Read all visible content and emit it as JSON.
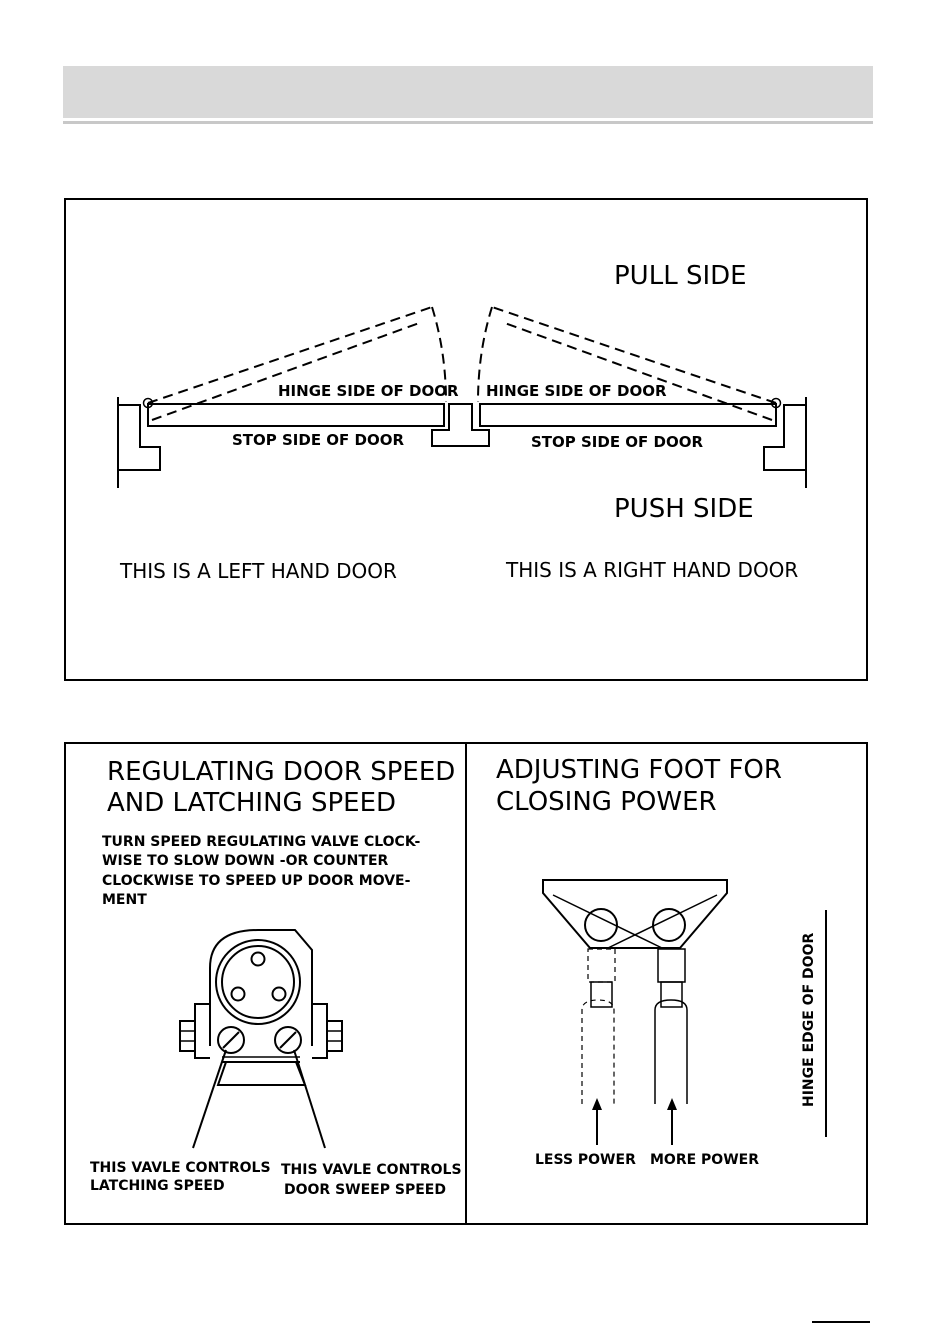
{
  "handing_panel": {
    "pull_side": "PULL SIDE",
    "push_side": "PUSH SIDE",
    "left_door": {
      "hinge_side": "HINGE SIDE OF DOOR",
      "stop_side": "STOP SIDE OF DOOR",
      "caption": "THIS IS A LEFT HAND DOOR"
    },
    "right_door": {
      "hinge_side": "HINGE SIDE OF DOOR",
      "stop_side": "STOP SIDE OF DOOR",
      "caption": "THIS IS A RIGHT HAND DOOR"
    }
  },
  "speed_panel": {
    "title_line1": "REGULATING DOOR SPEED",
    "title_line2": "AND LATCHING SPEED",
    "instruction_lines": [
      "TURN SPEED REGULATING VALVE CLOCK-",
      "WISE TO SLOW DOWN -OR COUNTER",
      "CLOCKWISE TO SPEED UP DOOR MOVE-",
      "MENT"
    ],
    "latch_valve_line1": "THIS VAVLE CONTROLS",
    "latch_valve_line2": "LATCHING SPEED",
    "sweep_valve_line1": "THIS VAVLE CONTROLS",
    "sweep_valve_line2": "DOOR SWEEP SPEED"
  },
  "foot_panel": {
    "title_line1": "ADJUSTING FOOT FOR",
    "title_line2": "CLOSING POWER",
    "less_power": "LESS POWER",
    "more_power": "MORE POWER",
    "hinge_edge": "HINGE EDGE OF DOOR"
  }
}
